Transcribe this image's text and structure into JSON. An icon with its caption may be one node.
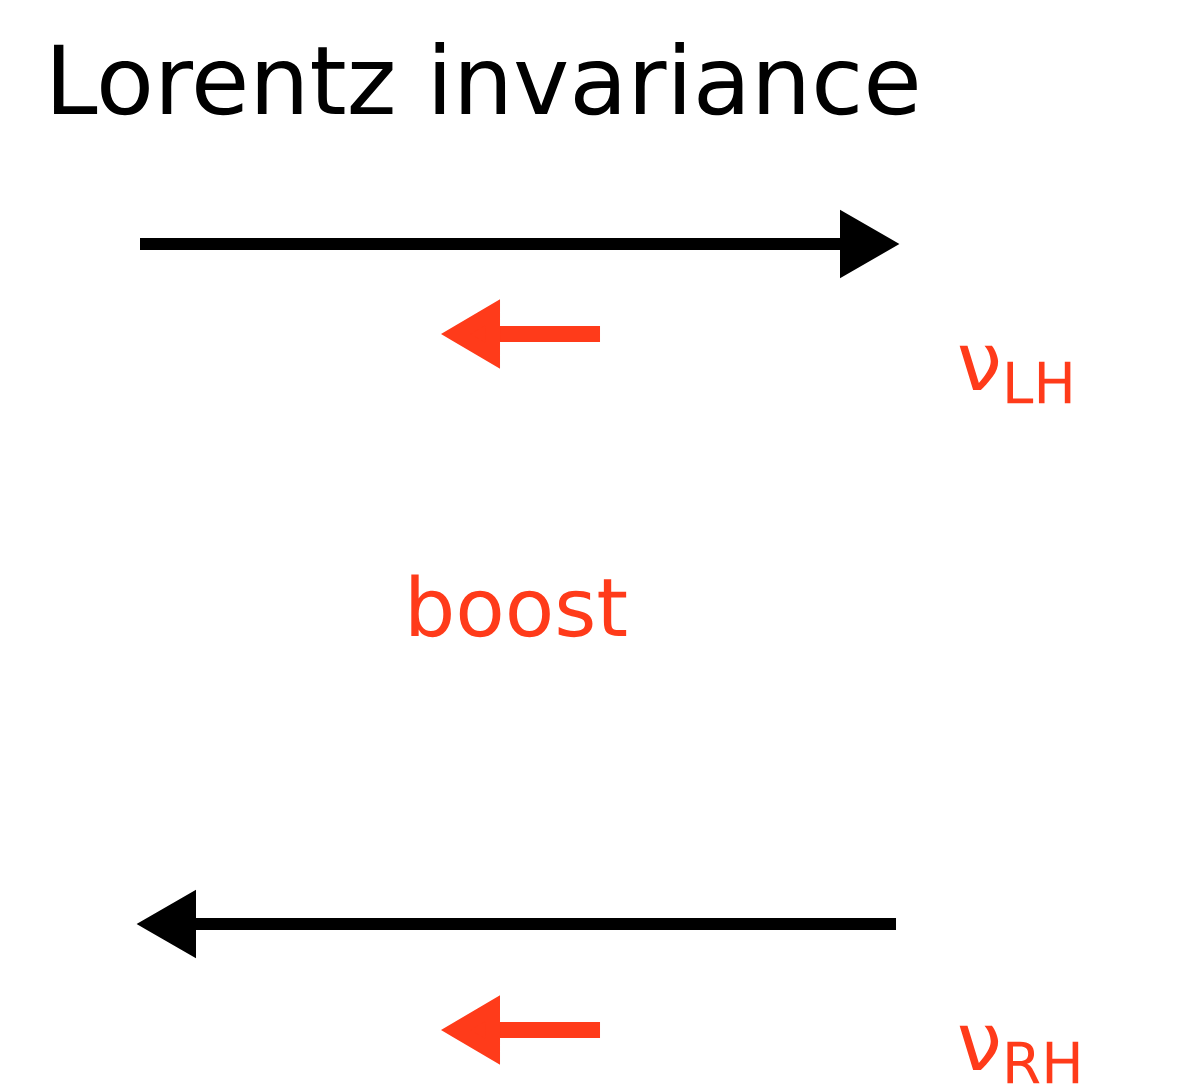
{
  "diagram": {
    "title": "Lorentz invariance",
    "labels": [
      "ν$_{LH}$",
      "boost",
      "ν$_{RH}$"
    ]
  }
}
